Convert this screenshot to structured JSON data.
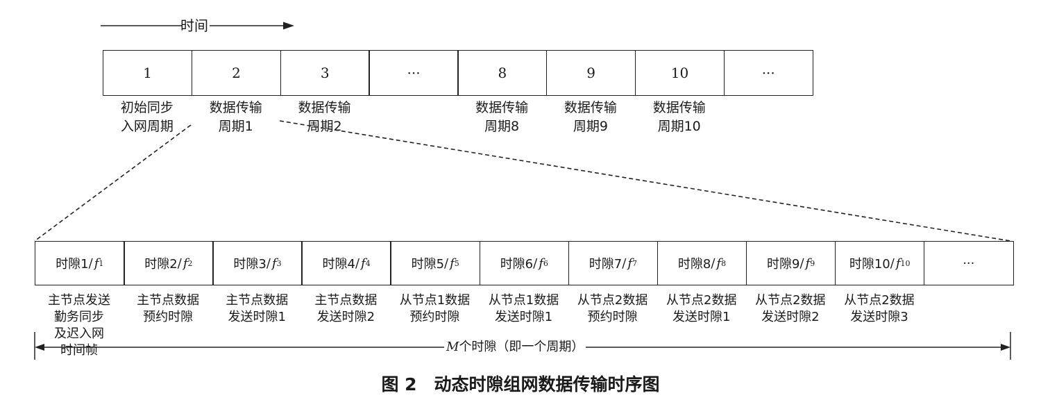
{
  "time_axis": {
    "label": "时间"
  },
  "top_cells": [
    "1",
    "2",
    "3",
    "···",
    "8",
    "9",
    "10",
    "···"
  ],
  "top_captions": [
    [
      "初始同步",
      "入网周期"
    ],
    [
      "数据传输",
      "周期1"
    ],
    [
      "数据传输",
      "周期2"
    ],
    [],
    [
      "数据传输",
      "周期8"
    ],
    [
      "数据传输",
      "周期9"
    ],
    [
      "数据传输",
      "周期10"
    ],
    []
  ],
  "slots": [
    {
      "name": "时隙1",
      "freq": "f",
      "sub": "1"
    },
    {
      "name": "时隙2",
      "freq": "f",
      "sub": "2"
    },
    {
      "name": "时隙3",
      "freq": "f",
      "sub": "3"
    },
    {
      "name": "时隙4",
      "freq": "f",
      "sub": "4"
    },
    {
      "name": "时隙5",
      "freq": "f",
      "sub": "5"
    },
    {
      "name": "时隙6",
      "freq": "f",
      "sub": "6"
    },
    {
      "name": "时隙7",
      "freq": "f",
      "sub": "7"
    },
    {
      "name": "时隙8",
      "freq": "f",
      "sub": "8"
    },
    {
      "name": "时隙9",
      "freq": "f",
      "sub": "9"
    },
    {
      "name": "时隙10",
      "freq": "f",
      "sub": "10"
    }
  ],
  "slot_ellipsis": "···",
  "slot_captions": [
    [
      "主节点发送",
      "勤务同步",
      "及迟入网",
      "时间帧"
    ],
    [
      "主节点数据",
      "预约时隙"
    ],
    [
      "主节点数据",
      "发送时隙1"
    ],
    [
      "主节点数据",
      "发送时隙2"
    ],
    [
      "从节点1数据",
      "预约时隙"
    ],
    [
      "从节点1数据",
      "发送时隙1"
    ],
    [
      "从节点2数据",
      "预约时隙"
    ],
    [
      "从节点2数据",
      "发送时隙1"
    ],
    [
      "从节点2数据",
      "发送时隙2"
    ],
    [
      "从节点2数据",
      "发送时隙3"
    ]
  ],
  "period_span": {
    "symbol": "M",
    "text": "个时隙（即一个周期）"
  },
  "figure_caption": "图 2　动态时隙组网数据传输时序图"
}
